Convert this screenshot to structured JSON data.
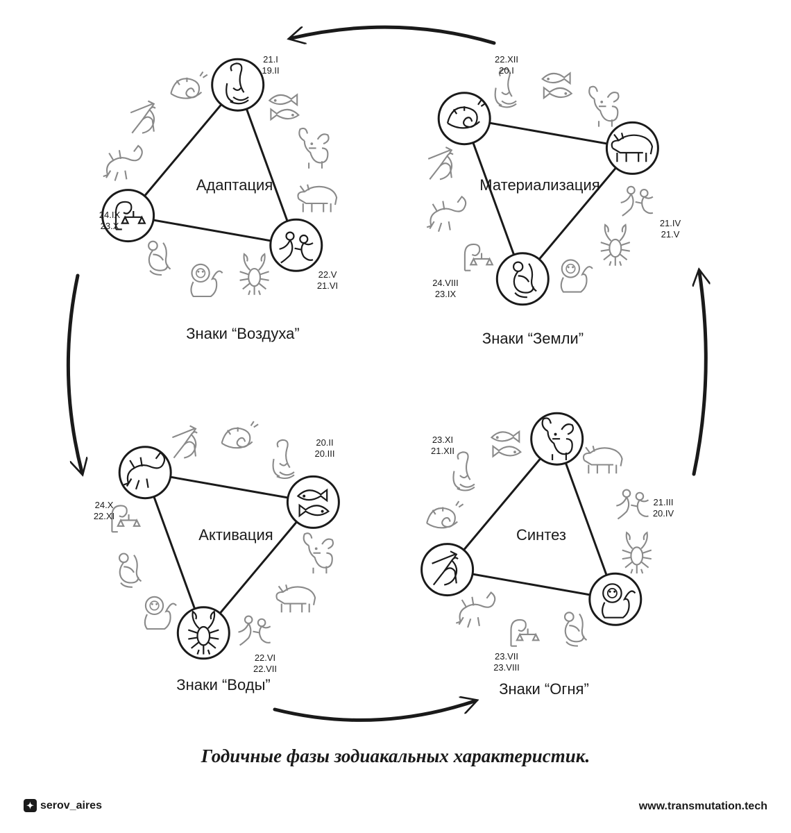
{
  "groups": [
    {
      "id": "air",
      "triangle_label": "Адаптация",
      "caption": "Знаки “Воздуха”",
      "signs": [
        {
          "icon": "aquarius-icon",
          "dates": [
            "21.I",
            "19.II"
          ]
        },
        {
          "icon": "libra-icon",
          "dates": [
            "24.IX",
            "23.X"
          ]
        },
        {
          "icon": "gemini-icon",
          "dates": [
            "22.V",
            "21.VI"
          ]
        }
      ]
    },
    {
      "id": "earth",
      "triangle_label": "Материализация",
      "caption": "Знаки “Земли”",
      "signs": [
        {
          "icon": "capricorn-icon",
          "dates": [
            "22.XII",
            "20.I"
          ]
        },
        {
          "icon": "taurus-icon",
          "dates": [
            "21.IV",
            "21.V"
          ]
        },
        {
          "icon": "virgo-icon",
          "dates": [
            "24.VIII",
            "23.IX"
          ]
        }
      ]
    },
    {
      "id": "water",
      "triangle_label": "Активация",
      "caption": "Знаки “Воды”",
      "signs": [
        {
          "icon": "pisces-icon",
          "dates": [
            "20.II",
            "20.III"
          ]
        },
        {
          "icon": "scorpio-icon",
          "dates": [
            "24.X",
            "22.XI"
          ]
        },
        {
          "icon": "cancer-icon",
          "dates": [
            "22.VI",
            "22.VII"
          ]
        }
      ]
    },
    {
      "id": "fire",
      "triangle_label": "Синтез",
      "caption": "Знаки “Огня”",
      "signs": [
        {
          "icon": "sagittarius-icon",
          "dates": [
            "23.XI",
            "21.XII"
          ]
        },
        {
          "icon": "aries-icon",
          "dates": [
            "21.III",
            "20.IV"
          ]
        },
        {
          "icon": "leo-icon",
          "dates": [
            "23.VII",
            "23.VIII"
          ]
        }
      ]
    }
  ],
  "caption": "Годичные фазы зодиакальных характеристик.",
  "footer": {
    "handle": "serov_aires",
    "website": "www.transmutation.tech"
  },
  "colors": {
    "ink": "#1a1a1a",
    "faded_sign": "#8a8a8a"
  }
}
